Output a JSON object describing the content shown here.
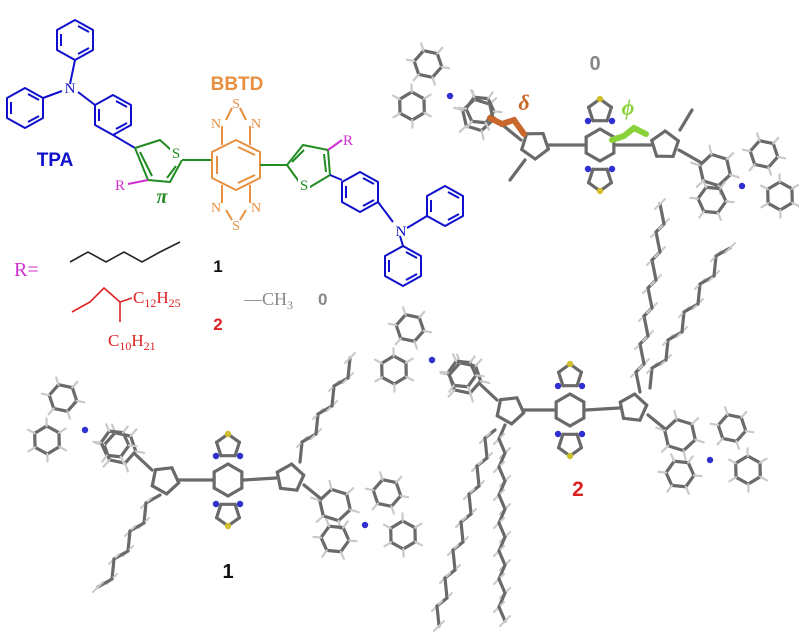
{
  "labels": {
    "tpa": "TPA",
    "bbtd": "BBTD",
    "pi": "π",
    "r_equals": "R=",
    "n": "N",
    "s": "S",
    "r": "R",
    "sub_c12h25": "C12H25",
    "sub_c10h21": "C10H21",
    "sub_ch3": "—CH3",
    "num_0": "0",
    "num_1": "1",
    "num_2": "2",
    "delta": "δ",
    "phi": "ϕ"
  },
  "colors": {
    "tpa": "#1010cc",
    "bbtd": "#e69040",
    "thiophene": "#228b22",
    "r_label": "#d030d0",
    "branched": "#dd2222",
    "gray": "#888888",
    "delta": "#c8682a",
    "phi": "#8ad23a"
  }
}
